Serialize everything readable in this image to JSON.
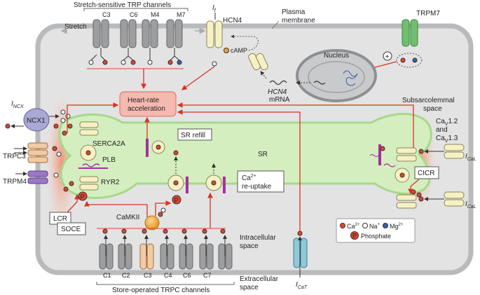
{
  "labels": {
    "stretch_header": "Stretch-sensitive TRP channels",
    "stretch": "Stretch",
    "c3": "C3",
    "c6": "C6",
    "m4": "M4",
    "m7": "M7",
    "if_sym": "I",
    "if_sub": "f",
    "hcn4": "HCN4",
    "camp": "cAMP",
    "plasma_membrane_1": "Plasma",
    "plasma_membrane_2": "membrane",
    "trpm7": "TRPM7",
    "nucleus": "Nucleus",
    "hcn4_mrna_1": "HCN4",
    "hcn4_mrna_2": "mRNA",
    "plus": "+",
    "heart_rate_1": "Heart-rate",
    "heart_rate_2": "acceleration",
    "subsarcolemmal_1": "Subsarcolemmal",
    "subsarcolemmal_2": "space",
    "cav_1": "Ca",
    "cav_1_sub": "V",
    "cav_1_rest": "1.2",
    "cav_and": "and",
    "cav_2": "Ca",
    "cav_2_sub": "V",
    "cav_2_rest": "1.3",
    "ical_sym": "I",
    "ical_sub": "CaL",
    "incx_sym": "I",
    "incx_sub": "NCX",
    "ncx1": "NCX1",
    "serca2a": "SERCA2A",
    "plb": "PLB",
    "sr": "SR",
    "trpc3": "TRPC3",
    "trpm4": "TRPM4",
    "ryr2": "RYR2",
    "sr_refill": "SR refill",
    "ca_reuptake_1": "Ca",
    "ca_reuptake_sup": "2+",
    "ca_reuptake_2": "re-uptake",
    "cicr": "CICR",
    "lcr": "LCR",
    "p": "P",
    "camkii": "CaMKII",
    "soce": "SOCE",
    "intracellular_1": "Intracellular",
    "intracellular_2": "space",
    "ica_sym": "I",
    "ica_sub": "CaT",
    "c1": "C1",
    "c2": "C2",
    "c3b": "C3",
    "c4": "C4",
    "c6b": "C6",
    "c7": "C7",
    "store_operated": "Store-operated TRPC channels",
    "extracellular_1": "Extracellular",
    "extracellular_2": "space"
  },
  "legend": {
    "ca": "Ca",
    "ca_sup": "2+",
    "na": "Na",
    "na_sup": "+",
    "mg": "Mg",
    "mg_sup": "2+",
    "p_symbol": "P",
    "phosphate": "Phosphate"
  },
  "colors": {
    "cell_fill": "#e3e3e4",
    "membrane": "#b9babb",
    "sr_fill": "#d4eec0",
    "sr_stroke": "#9bd07c",
    "hr_box": "#f4b9b0",
    "arrow_red": "#d9341f",
    "ca_ion": "#e0452b",
    "mg_ion": "#3a5ea8",
    "camkii": "#f0a035",
    "channel_grey": "#9d9ea0",
    "trpm7_green": "#6fbf70",
    "hcn4_yellow": "#f6f1c4",
    "ncx_blue": "#a9a9d6",
    "trpc3_orange": "#f3caa2",
    "trpm4_purple": "#9b77c6",
    "tcal_teal": "#8fc9d8",
    "ryr_purple": "#a0339b"
  }
}
